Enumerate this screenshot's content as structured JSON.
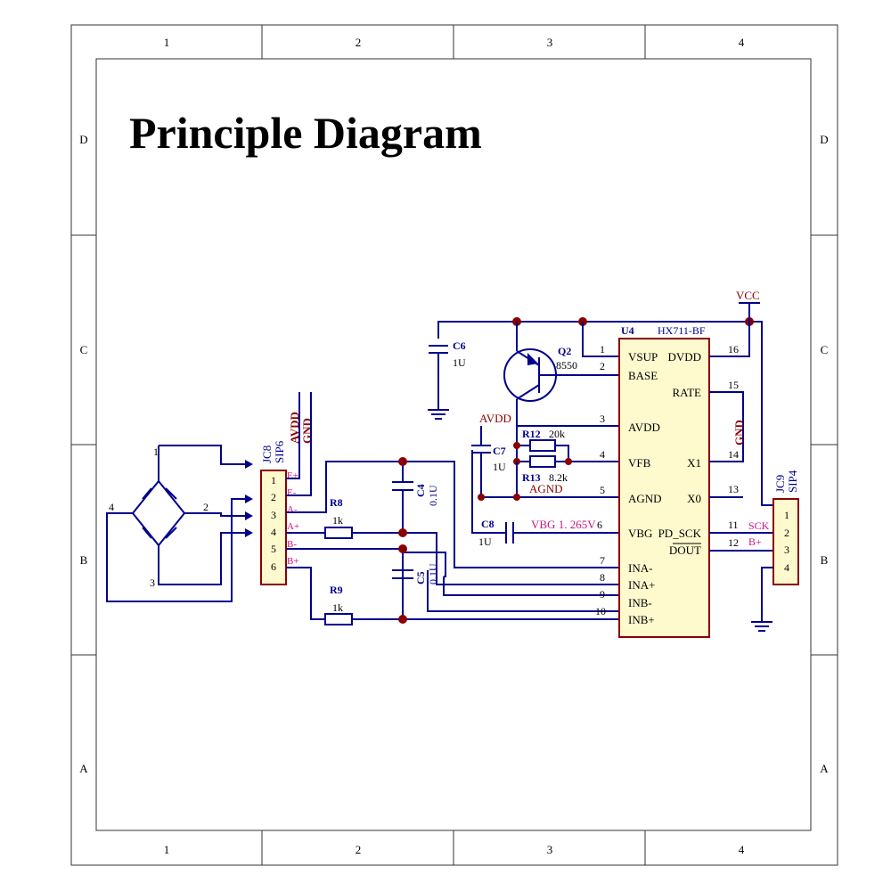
{
  "title": "Principle Diagram",
  "frame": {
    "columns": [
      "1",
      "2",
      "3",
      "4"
    ],
    "rows": [
      "D",
      "C",
      "B",
      "A"
    ]
  },
  "colors": {
    "wire": "#00008b",
    "net_label": "#8b0000",
    "signal_label": "#c71585",
    "ic_fill": "#fffacd"
  },
  "bridge": {
    "pins": [
      "1",
      "2",
      "3",
      "4"
    ]
  },
  "jc8": {
    "ref": "JC8",
    "type": "SIP6",
    "pins": [
      "1",
      "2",
      "3",
      "4",
      "5",
      "6"
    ],
    "signals": [
      "E+",
      "E-",
      "A-",
      "A+",
      "B-",
      "B+"
    ],
    "nets": [
      "AVDD",
      "GND"
    ]
  },
  "jc9": {
    "ref": "JC9",
    "type": "SIP4",
    "pins": [
      "1",
      "2",
      "3",
      "4"
    ],
    "signals": [
      "SCK",
      "B+"
    ]
  },
  "u4": {
    "ref": "U4",
    "part": "HX711-BF",
    "left_pins": [
      {
        "num": "1",
        "name": "VSUP"
      },
      {
        "num": "2",
        "name": "BASE"
      },
      {
        "num": "3",
        "name": "AVDD"
      },
      {
        "num": "4",
        "name": "VFB"
      },
      {
        "num": "5",
        "name": "AGND"
      },
      {
        "num": "6",
        "name": "VBG"
      },
      {
        "num": "7",
        "name": "INA-"
      },
      {
        "num": "8",
        "name": "INA+"
      },
      {
        "num": "9",
        "name": "INB-"
      },
      {
        "num": "10",
        "name": "INB+"
      }
    ],
    "right_pins": [
      {
        "num": "16",
        "name": "DVDD"
      },
      {
        "num": "15",
        "name": "RATE"
      },
      {
        "num": "14",
        "name": "X1"
      },
      {
        "num": "13",
        "name": "X0"
      },
      {
        "num": "11",
        "name": "PD_SCK"
      },
      {
        "num": "12",
        "name": "DOUT"
      }
    ]
  },
  "components": {
    "q2": {
      "ref": "Q2",
      "value": "8550"
    },
    "c6": {
      "ref": "C6",
      "value": "1U"
    },
    "c7": {
      "ref": "C7",
      "value": "1U"
    },
    "c8": {
      "ref": "C8",
      "value": "1U"
    },
    "c4": {
      "ref": "C4",
      "value": "0.1U"
    },
    "c5": {
      "ref": "C5",
      "value": "0.1U"
    },
    "r8": {
      "ref": "R8",
      "value": "1k"
    },
    "r9": {
      "ref": "R9",
      "value": "1k"
    },
    "r12": {
      "ref": "R12",
      "value": "20k"
    },
    "r13": {
      "ref": "R13",
      "value": "8.2k"
    }
  },
  "nets": {
    "vcc": "VCC",
    "avdd": "AVDD",
    "agnd": "AGND",
    "vbg": "VBG 1. 265V",
    "gnd": "GND"
  }
}
